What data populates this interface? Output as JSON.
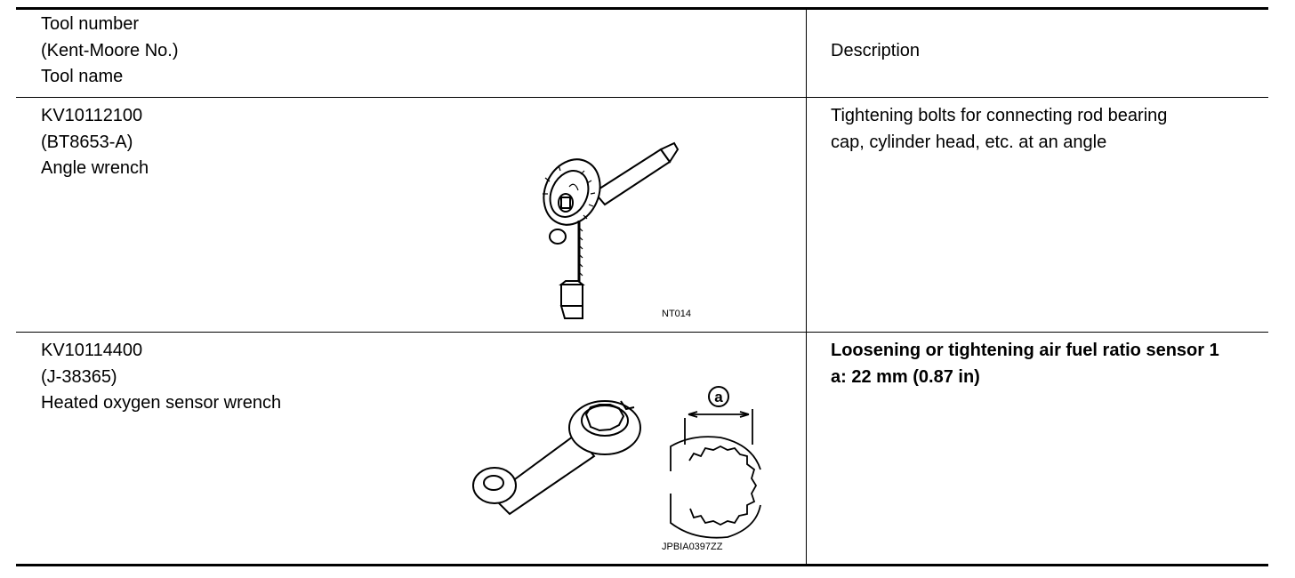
{
  "header": {
    "col1_lines": [
      "Tool number",
      "(Kent-Moore No.)",
      "Tool name"
    ],
    "col2": "Description"
  },
  "rows": [
    {
      "tool_number": "KV10112100",
      "kent_moore": "(BT8653-A)",
      "tool_name": "Angle wrench",
      "figure_code": "NT014",
      "figure_icon": "angle-wrench-illustration",
      "description_lines": [
        "Tightening bolts for connecting rod bearing",
        "cap, cylinder head, etc. at an angle"
      ]
    },
    {
      "tool_number": "KV10114400",
      "kent_moore": "(J-38365)",
      "tool_name": "Heated oxygen sensor wrench",
      "figure_code": "JPBIA0397ZZ",
      "figure_label": "a",
      "figure_icon": "oxygen-sensor-wrench-illustration",
      "description_lines": [
        "Loosening or tightening air fuel ratio sensor 1",
        "a: 22 mm (0.87 in)"
      ]
    }
  ]
}
